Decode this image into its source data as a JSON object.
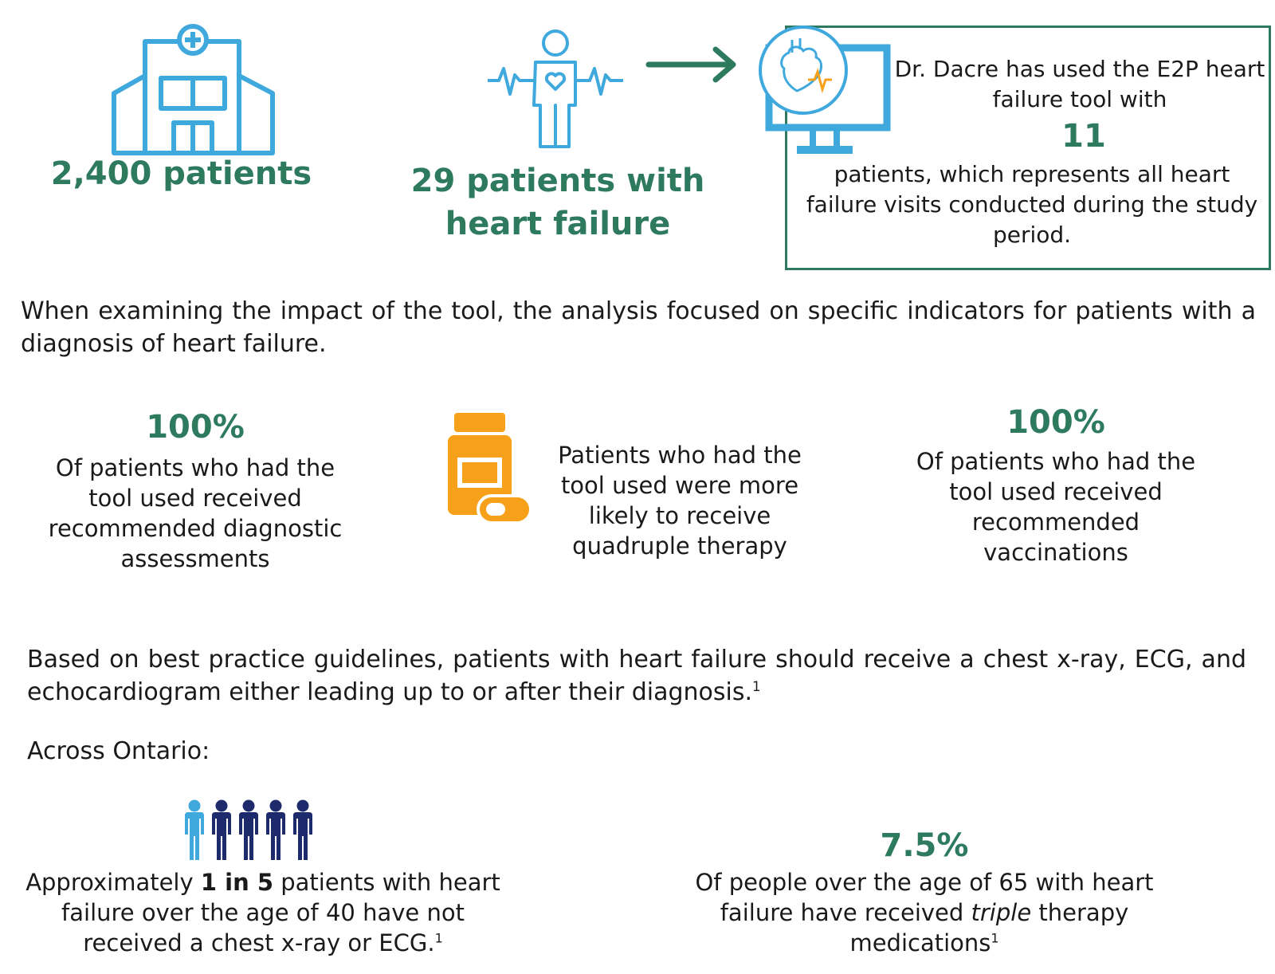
{
  "colors": {
    "accent_green": "#2e7a5e",
    "icon_blue": "#3fa9de",
    "bottle_orange": "#f7a11a",
    "people_navy": "#1d2a6b",
    "people_light": "#3fa9de"
  },
  "icons": [
    "hospital-icon",
    "person-heart-icon",
    "arrow-right-icon",
    "monitor-heart-icon",
    "pill-bottle-icon",
    "people-icon"
  ],
  "top": {
    "patients_stat": "2,400 patients",
    "hf_stat_line1": "29 patients with",
    "hf_stat_line2": "heart failure",
    "tool_line1": "Dr. Dacre has used the E2P heart failure tool with",
    "tool_number": "11",
    "tool_line2": "patients, which represents all heart failure visits conducted during the study period."
  },
  "intro": "When examining the impact of the tool, the analysis focused on specific indicators for patients with a diagnosis of heart failure.",
  "indicators": {
    "diagnostic_pct": "100%",
    "diagnostic_text": "Of patients who had the tool used received recommended diagnostic assessments",
    "quadruple_text": "Patients who had the tool used were more likely to receive quadruple therapy",
    "vaccination_pct": "100%",
    "vaccination_text": "Of patients who had the tool used received recommended vaccinations"
  },
  "guidelines": {
    "text": "Based on best practice guidelines, patients with heart failure should receive a chest x-ray, ECG, and echocardiogram either leading up to or after their diagnosis.",
    "footnote": "1"
  },
  "across_ontario": "Across Ontario:",
  "ontario": {
    "ratio_prefix": "Approximately ",
    "ratio_bold": "1 in 5",
    "ratio_suffix": " patients with heart failure over the age of 40 have not received a chest x-ray or ECG.",
    "ratio_footnote": "1",
    "ratio_highlight_count": 1,
    "ratio_total_count": 5,
    "triple_pct": "7.5%",
    "triple_prefix": "Of people over the age of 65 with heart failure have received ",
    "triple_italic": "triple",
    "triple_suffix": " therapy medications",
    "triple_footnote": "1"
  }
}
